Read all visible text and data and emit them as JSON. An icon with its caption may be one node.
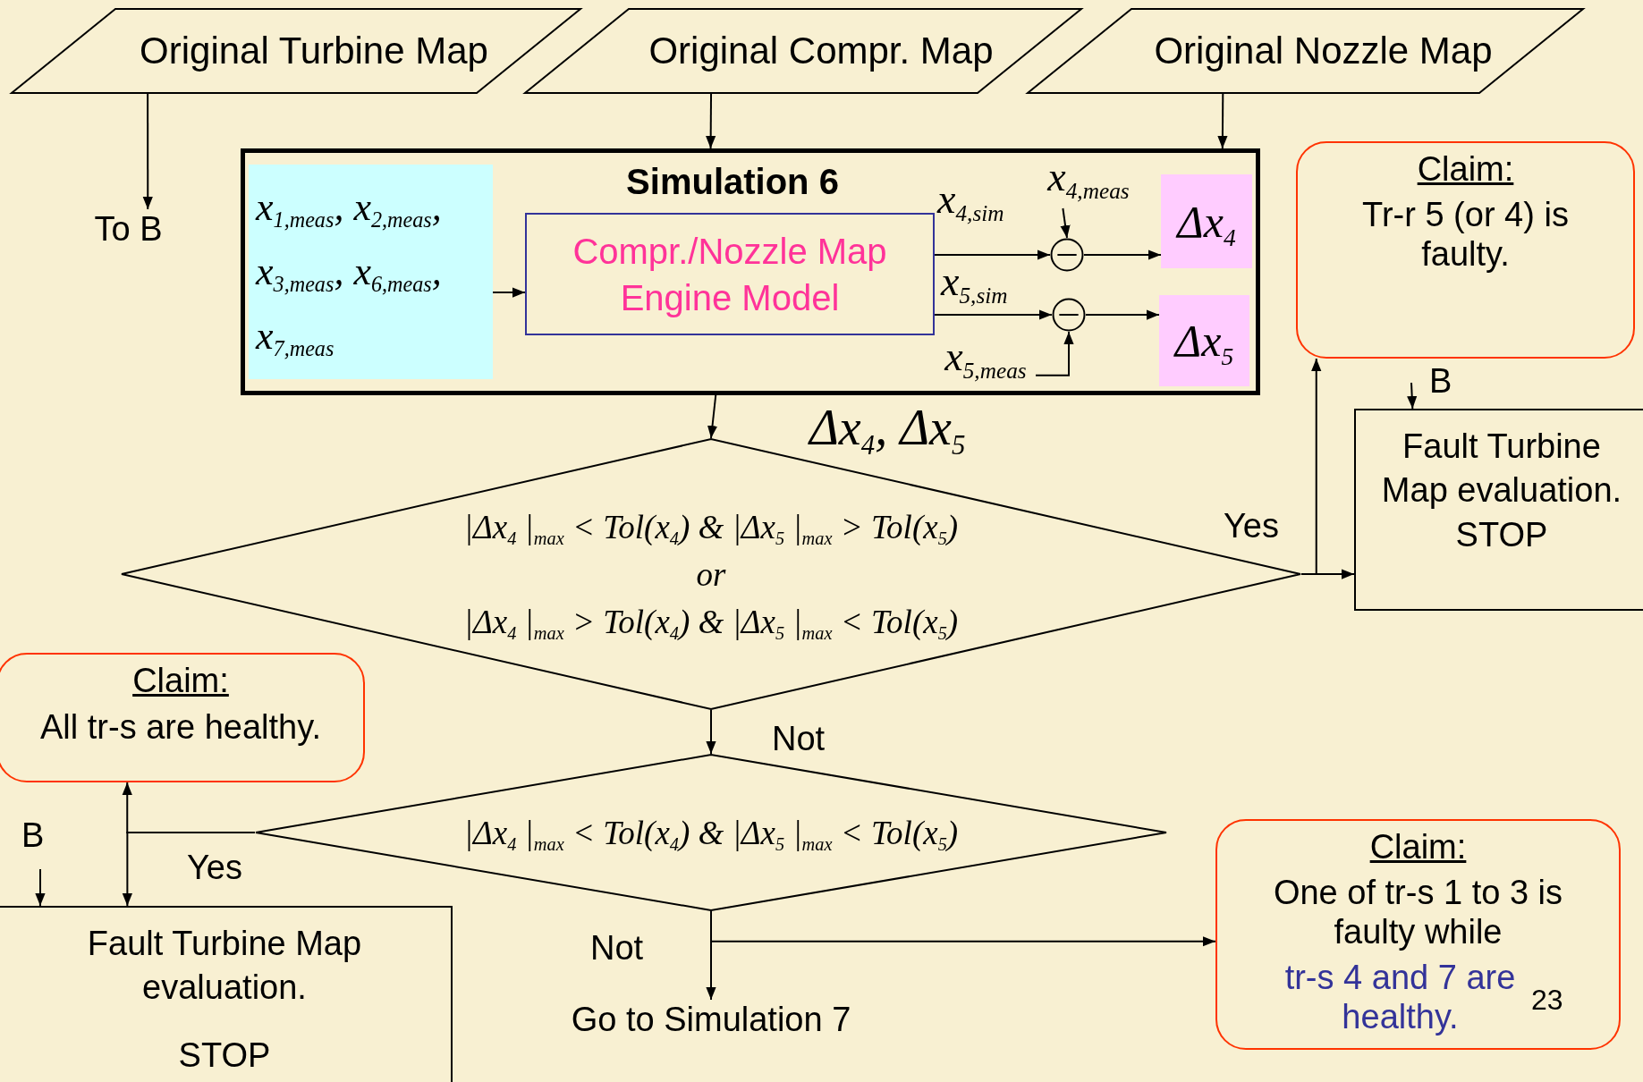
{
  "diagram": {
    "nodes": [
      {
        "text": [
          "Original Turbine Map"
        ]
      },
      {
        "text": [
          "Original Compr. Map"
        ]
      },
      {
        "text": [
          "Original Nozzle Map"
        ]
      },
      {
        "text": [
          "To B"
        ]
      },
      {
        "text": [
          "Simulation 6"
        ]
      },
      {
        "text": [
          "x$_{1,meas}$, x$_{2,meas}$, x$_{3,meas}$, x$_{6,meas}$, x$_{7,meas}$"
        ],
        "in": 4
      },
      {
        "text": [
          "Compr./Nozzle Map Engine Model"
        ],
        "in": 4
      },
      {
        "text": [],
        "shape": "circle",
        "in": 4
      },
      {
        "text": [],
        "shape": "circle",
        "in": 4
      },
      {
        "text": [
          "Δx$_{4}$"
        ],
        "in": 4
      },
      {
        "text": [
          "Δx$_{5}$"
        ],
        "in": 4
      },
      {
        "text": [
          "x$_{4,meas}$"
        ],
        "in": 4
      },
      {
        "text": [
          "x$_{5,meas}$"
        ],
        "in": 4
      },
      {
        "text": [
          "|Δx$_{4}$ |$_{max}$ < Tol(x$_{4}$) & |Δx$_{5}$ |$_{max}$ > Tol(x$_{5}$)",
          "or",
          "|Δx$_{4}$ |$_{max}$ > Tol(x$_{4}$) & |Δx$_{5}$ |$_{max}$ < Tol(x$_{5}$)"
        ]
      },
      {
        "text": [
          "Fault Turbine Map evaluation. STOP"
        ]
      },
      {
        "text": [
          "Claim:",
          "Tr-r 5 (or 4) is faulty."
        ]
      },
      {
        "text": [
          "|Δx$_{4}$ |$_{max}$ < Tol(x$_{4}$) & |Δx$_{5}$ |$_{max}$ < Tol(x$_{5}$)"
        ]
      },
      {
        "text": [
          "Claim:",
          "All tr-s are healthy."
        ]
      },
      {
        "text": [
          "Fault Turbine Map evaluation.",
          "STOP"
        ]
      },
      {
        "text": [
          "Go to Simulation 7"
        ]
      },
      {
        "text": [
          "Claim:",
          "One of tr-s 1 to 3 is faulty while",
          "tr-s 4 and 7 are healthy."
        ]
      }
    ],
    "edges": [
      {
        "from": 0,
        "to": 3,
        "arrow": "to"
      },
      {
        "from": 1,
        "to": 4,
        "arrow": "to"
      },
      {
        "from": 2,
        "to": 4,
        "arrow": "to"
      },
      {
        "from": 5,
        "to": 6,
        "arrow": "to"
      },
      {
        "from": 6,
        "to": 7,
        "arrow": "to",
        "label": "x$_{4,sim}$"
      },
      {
        "from": 6,
        "to": 8,
        "arrow": "to",
        "label": "x$_{5,sim}$"
      },
      {
        "from": 11,
        "to": 7,
        "arrow": "to"
      },
      {
        "from": 12,
        "to": 8,
        "arrow": "to"
      },
      {
        "from": 7,
        "to": 9,
        "arrow": "to"
      },
      {
        "from": 8,
        "to": 10,
        "arrow": "to"
      },
      {
        "from": 4,
        "to": 13,
        "arrow": "to",
        "label": "Δx$_{4}$, Δx$_{5}$"
      },
      {
        "from": 13,
        "to": 15,
        "arrow": "to",
        "label": "Yes"
      },
      {
        "from": 13,
        "to": 14,
        "arrow": "to"
      },
      {
        "from": null,
        "to": 14,
        "arrow": "to",
        "label": "B"
      },
      {
        "from": 13,
        "to": 16,
        "arrow": "to",
        "label": "Not"
      },
      {
        "from": 16,
        "to": 17,
        "arrow": "to"
      },
      {
        "from": 16,
        "to": 18,
        "arrow": "to",
        "label": "Yes"
      },
      {
        "from": null,
        "to": 18,
        "arrow": "to",
        "label": "B"
      },
      {
        "from": 16,
        "to": 19,
        "arrow": "to",
        "label": "Not"
      },
      {
        "from": 16,
        "to": 20,
        "arrow": "to"
      }
    ],
    "labels": [
      "23"
    ]
  }
}
